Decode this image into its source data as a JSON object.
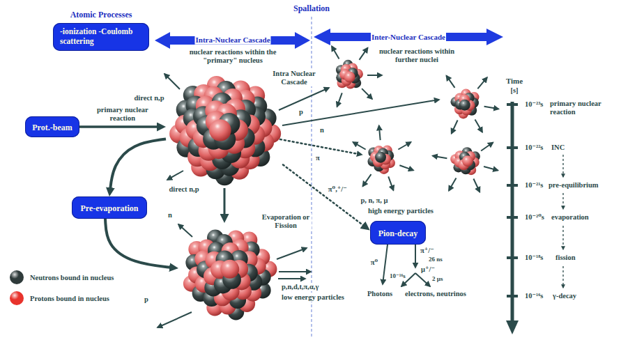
{
  "diagram": {
    "nodes": [
      {
        "text": [
          "Atomic Processes",
          "-ionization -Coulomb scattering"
        ]
      },
      {
        "text": [
          "Prot.-beam"
        ]
      },
      {
        "text": [
          "Intra Nuclear Cascade"
        ]
      },
      {
        "text": [
          "Pre-evaporation"
        ]
      },
      {
        "text": [
          "Evaporation or Fission"
        ]
      },
      {
        "text": [
          "Pion-decay"
        ]
      }
    ],
    "edges": [
      {
        "from": 1,
        "to": 2,
        "arrow": "to",
        "label": "primary nuclear reaction"
      },
      {
        "from": 2,
        "to": 3,
        "arrow": "to"
      },
      {
        "from": 3,
        "to": 4,
        "arrow": "to"
      },
      {
        "from": 2,
        "to": 4,
        "arrow": "to"
      },
      {
        "from": 2,
        "to": 5,
        "arrow": "to",
        "label": "π⁰,⁺/⁻"
      }
    ],
    "labels": [
      "Spallation",
      "Intra-Nuclear Cascade",
      "nuclear reactions within the \"primary\" nucleus",
      "Inter-Nuclear Cascade",
      "nuclear reactions within further nuclei",
      "direct n,p",
      "p",
      "n",
      "π",
      "p, n, π, μ",
      "high energy particles",
      "direct n,p",
      "n",
      "p,n,d,t,π,α,γ",
      "low energy particles",
      "p",
      "π⁰",
      "10⁻¹⁶s",
      "π⁺/⁻",
      "26 ns",
      "μ⁺/⁻",
      "2 µs",
      "Photons",
      "electrons, neutrinos",
      "Time",
      "[s]",
      "10⁻²³s",
      "primary nuclear reaction",
      "10⁻²²s",
      "INC",
      "10⁻²¹s",
      "pre-equilibrium",
      "10⁻²⁰s",
      "evaporation",
      "10⁻¹⁸s",
      "fission",
      "10⁻¹⁶s",
      "γ-decay"
    ],
    "legend": [
      {
        "text": "Neutrons bound in nucleus",
        "color": "#2f3b3b"
      },
      {
        "text": "Protons bound in nucleus",
        "color": "#e8332c"
      }
    ]
  }
}
